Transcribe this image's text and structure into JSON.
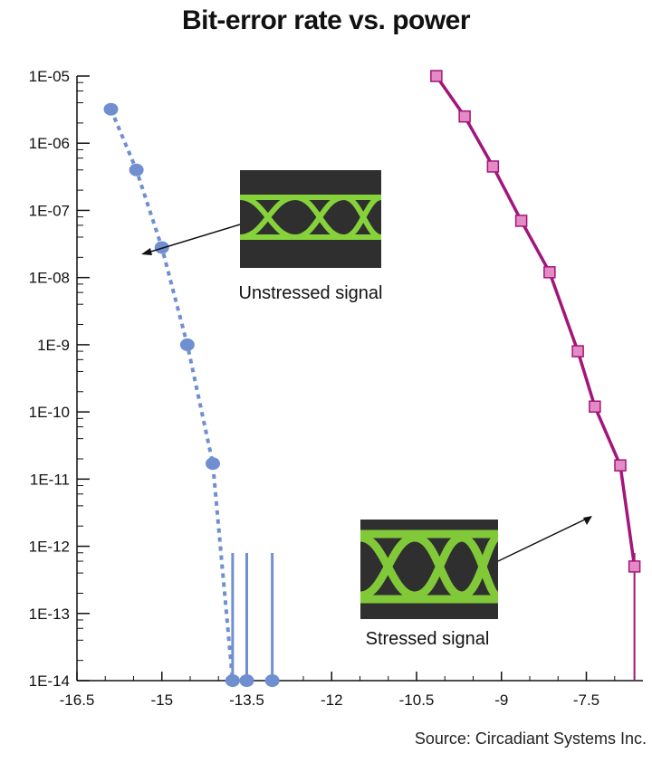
{
  "chart_data": {
    "type": "scatter",
    "title": "Bit-error rate vs. power",
    "xlabel": "",
    "ylabel": "",
    "xlim": [
      -16.5,
      -6.5
    ],
    "ylim_log10": [
      -14,
      -5
    ],
    "y_scale": "log",
    "x_ticks": [
      "-16.5",
      "-15",
      "-13.5",
      "-12",
      "-10.5",
      "-9",
      "-7.5"
    ],
    "x_tick_values": [
      -16.5,
      -15,
      -13.5,
      -12,
      -10.5,
      -9,
      -7.5
    ],
    "y_ticks": [
      "1E-05",
      "1E-06",
      "1E-07",
      "1E-08",
      "1E-9",
      "1E-10",
      "1E-11",
      "1E-12",
      "1E-13",
      "1E-14"
    ],
    "y_tick_values": [
      -5,
      -6,
      -7,
      -8,
      -9,
      -10,
      -11,
      -12,
      -13,
      -14
    ],
    "series": [
      {
        "color": "#6f8fd0",
        "marker": "circle",
        "line": "dotted",
        "points": [
          {
            "x": -15.9,
            "y": 3.2e-06
          },
          {
            "x": -15.45,
            "y": 4e-07
          },
          {
            "x": -15.0,
            "y": 2.8e-08
          },
          {
            "x": -14.55,
            "y": 1e-09
          },
          {
            "x": -14.1,
            "y": 1.7e-11
          },
          {
            "x": -13.75,
            "y": 1e-14
          },
          {
            "x": -13.5,
            "y": 1e-14
          },
          {
            "x": -13.05,
            "y": 1e-14
          }
        ],
        "error_bars_x": [
          -13.75,
          -13.5,
          -13.05
        ]
      },
      {
        "color": "#a3157a",
        "marker": "square",
        "line": "solid",
        "points": [
          {
            "x": -10.15,
            "y": 1e-05
          },
          {
            "x": -9.65,
            "y": 2.5e-06
          },
          {
            "x": -9.15,
            "y": 4.5e-07
          },
          {
            "x": -8.65,
            "y": 7e-08
          },
          {
            "x": -8.15,
            "y": 1.2e-08
          },
          {
            "x": -7.65,
            "y": 8e-10
          },
          {
            "x": -7.35,
            "y": 1.2e-10
          },
          {
            "x": -6.9,
            "y": 1.6e-11
          },
          {
            "x": -6.65,
            "y": 5e-13
          }
        ]
      }
    ],
    "annotations": [
      {
        "text": "Unstressed signal"
      },
      {
        "text": "Stressed signal"
      }
    ]
  },
  "source_text": "Source: Circadiant Systems Inc."
}
